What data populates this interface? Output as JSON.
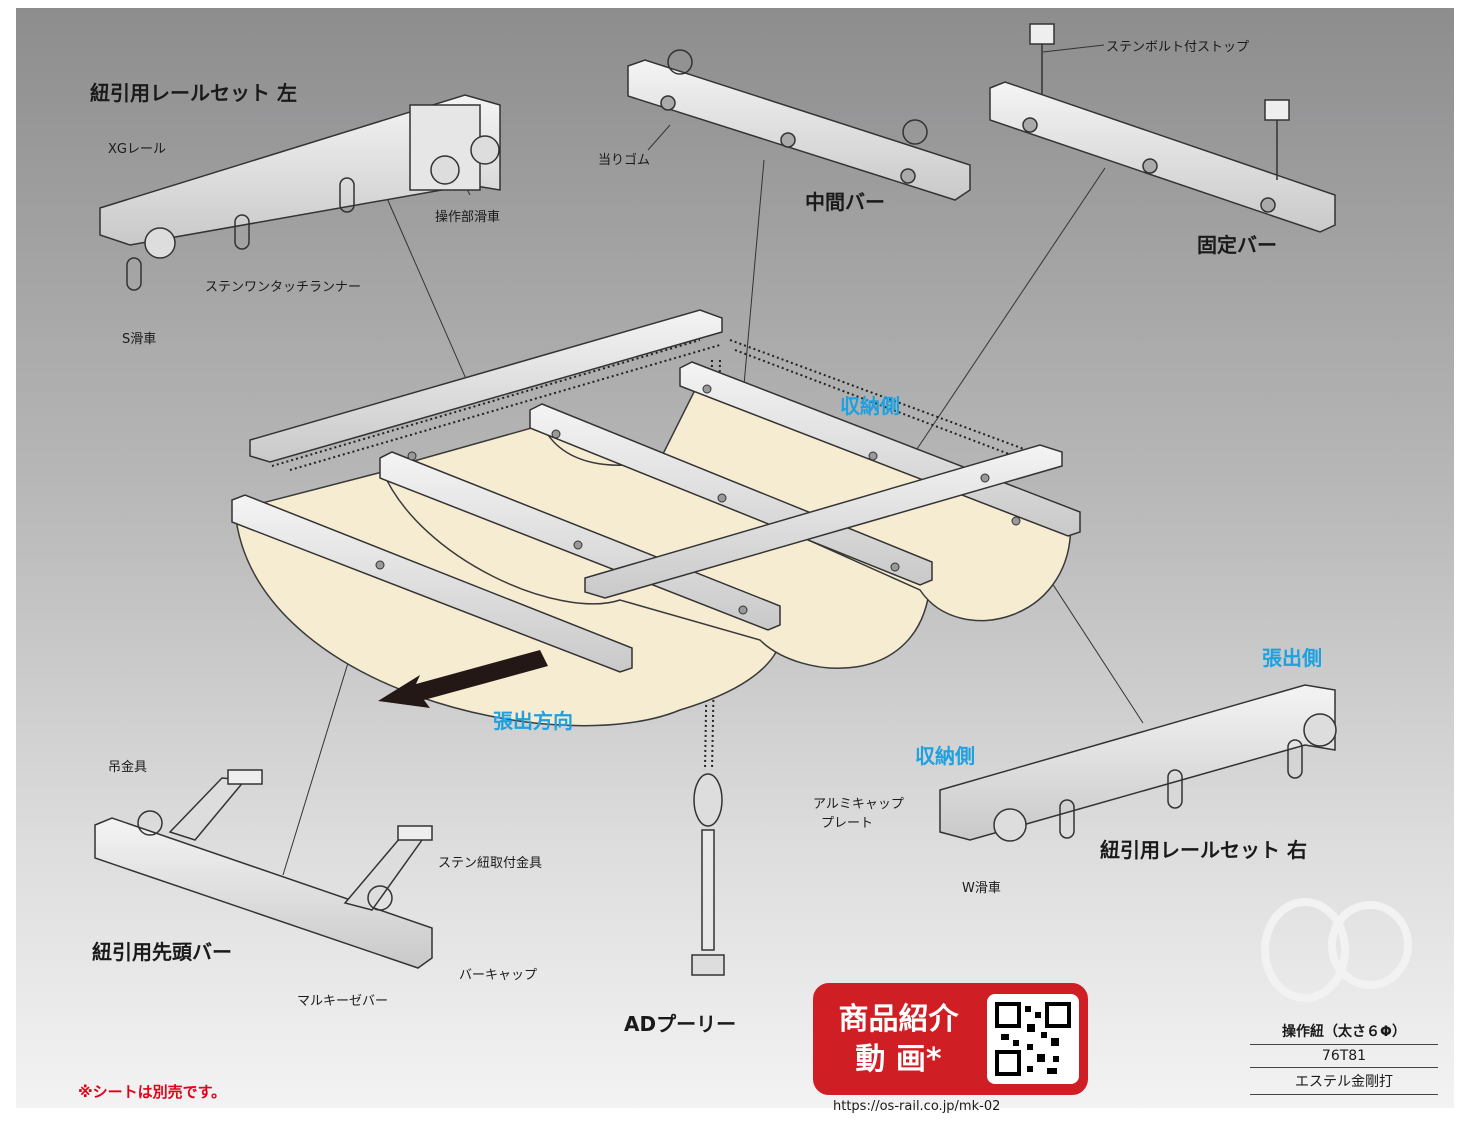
{
  "labels": {
    "rail_set_left": "紐引用レールセット 左",
    "xg_rail": "XGレール",
    "op_pulley": "操作部滑車",
    "sten_runner": "ステンワンタッチランナー",
    "s_pulley": "S滑車",
    "stopper_rubber": "当りゴム",
    "middle_bar": "中間バー",
    "sten_bolt_stop": "ステンボルト付ストップ",
    "fixed_bar": "固定バー",
    "storage_side_top": "収納側",
    "extend_direction": "張出方向",
    "extend_side": "張出側",
    "storage_side_right": "収納側",
    "alumi_cap_line1": "アルミキャップ",
    "alumi_cap_line2": "プレート",
    "rail_set_right": "紐引用レールセット 右",
    "w_pulley": "W滑車",
    "hanger": "吊金具",
    "sten_cord_fitting": "ステン紐取付金具",
    "lead_bar": "紐引用先頭バー",
    "bar_cap": "バーキャップ",
    "marukiize_bar": "マルキーゼバー",
    "ad_pulley": "ADプーリー",
    "note": "※シートは別売です。"
  },
  "video": {
    "line1": "商品紹介",
    "line2": "動 画*",
    "url": "https://os-rail.co.jp/mk-02"
  },
  "cord": {
    "name": "操作紐（太さ６Φ）",
    "code": "76T81",
    "type": "エステル金剛打"
  },
  "colors": {
    "accent_blue": "#1da1e0",
    "accent_red": "#cf1f25",
    "sheet": "#f6ecd2",
    "rail": "#e8e8e8"
  }
}
